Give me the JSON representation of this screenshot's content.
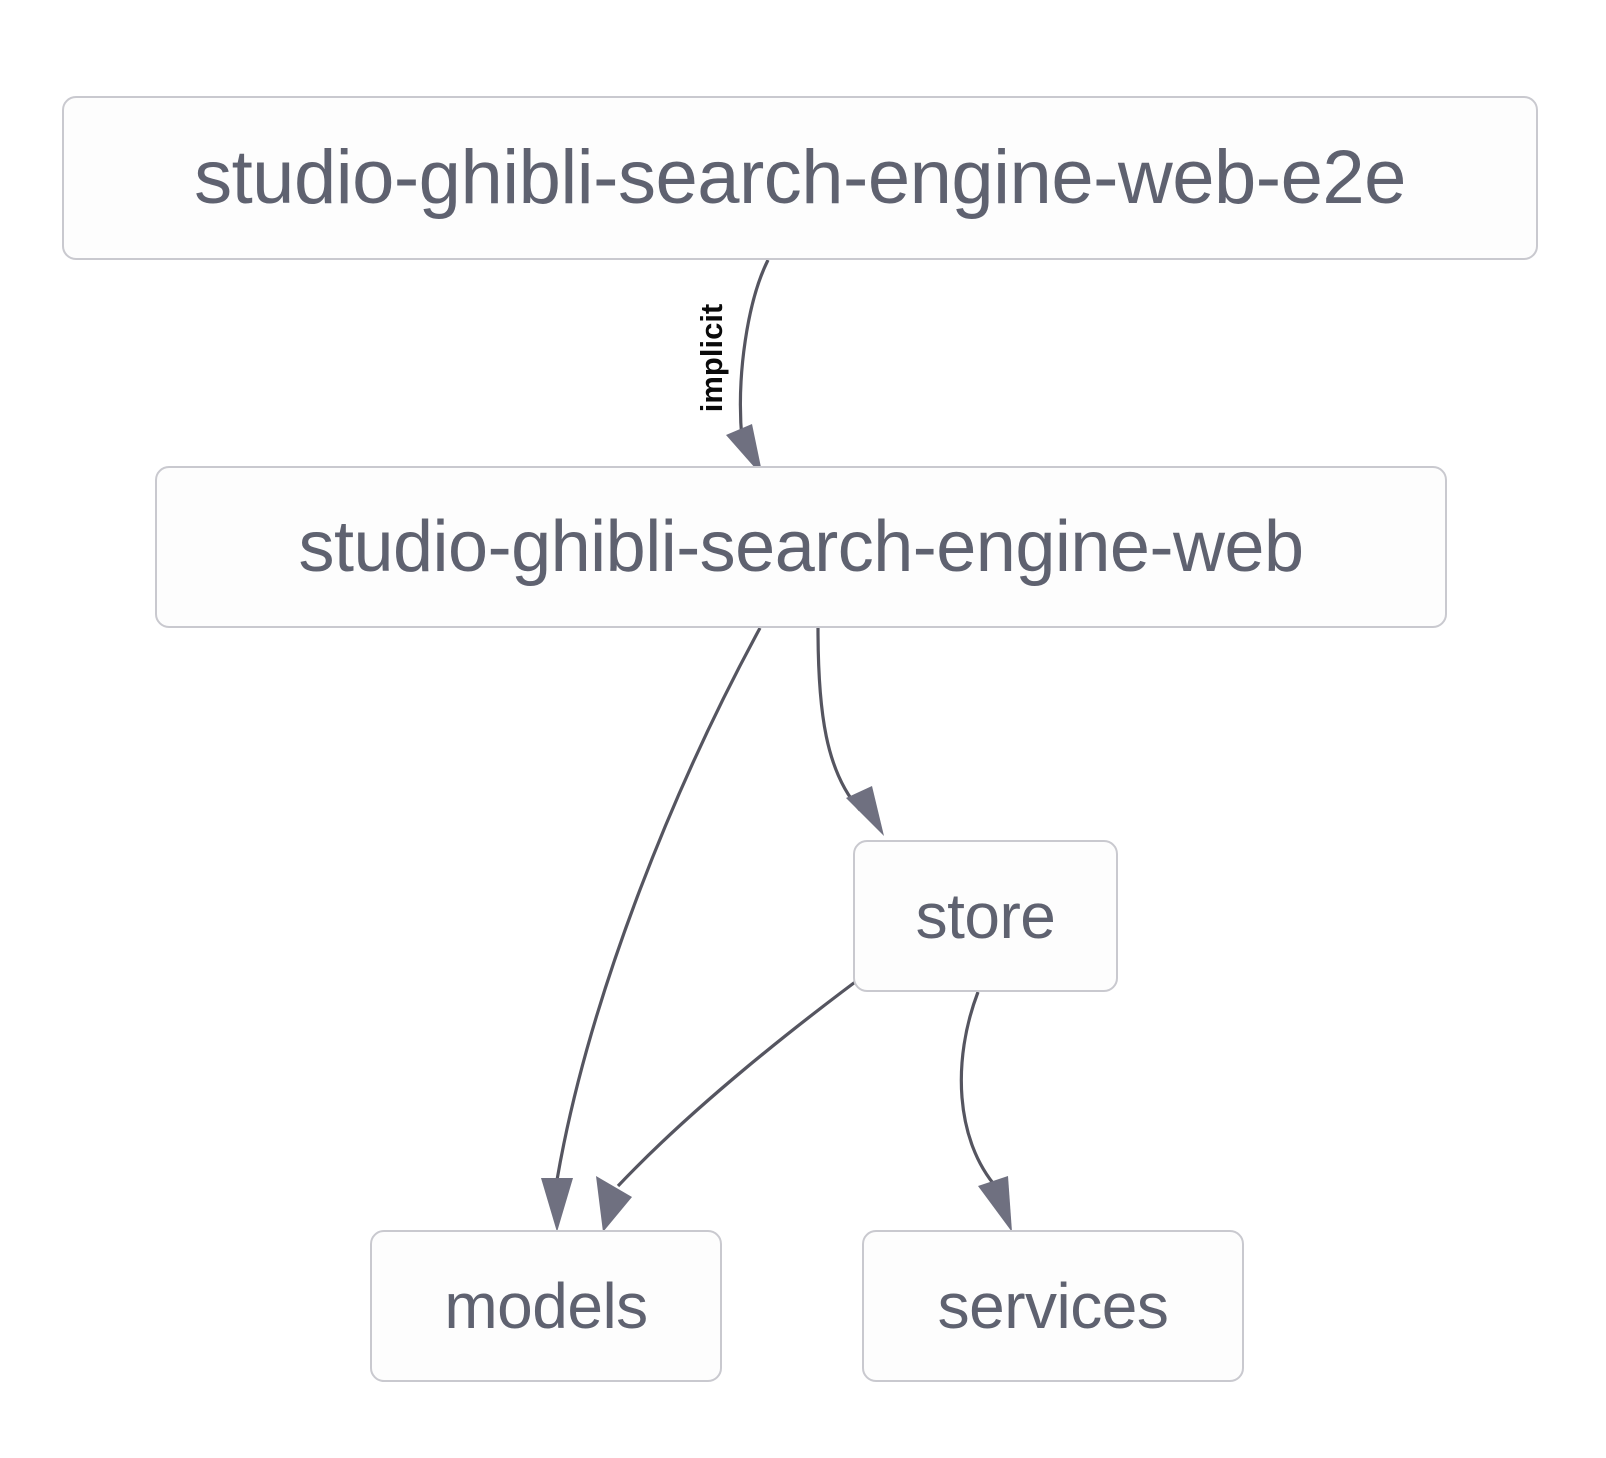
{
  "diagram": {
    "type": "dependency-graph",
    "title": "",
    "background_color": "#ffffff",
    "node_border_color": "#c9c9cf",
    "node_fill_color": "#fdfdfd",
    "node_text_color": "#5f6270",
    "edge_color": "#555560",
    "edge_label_color": "#0a0a0a",
    "nodes": [
      {
        "id": "root",
        "label": "studio-ghibli-search-engine-web-e2e"
      },
      {
        "id": "web",
        "label": "studio-ghibli-search-engine-web"
      },
      {
        "id": "store",
        "label": "store"
      },
      {
        "id": "models",
        "label": "models"
      },
      {
        "id": "services",
        "label": "services"
      }
    ],
    "edges": [
      {
        "from": "root",
        "to": "web",
        "label": "implicit",
        "label_rotated": true
      },
      {
        "from": "web",
        "to": "models",
        "label": ""
      },
      {
        "from": "web",
        "to": "store",
        "label": ""
      },
      {
        "from": "store",
        "to": "models",
        "label": ""
      },
      {
        "from": "store",
        "to": "services",
        "label": ""
      }
    ]
  }
}
